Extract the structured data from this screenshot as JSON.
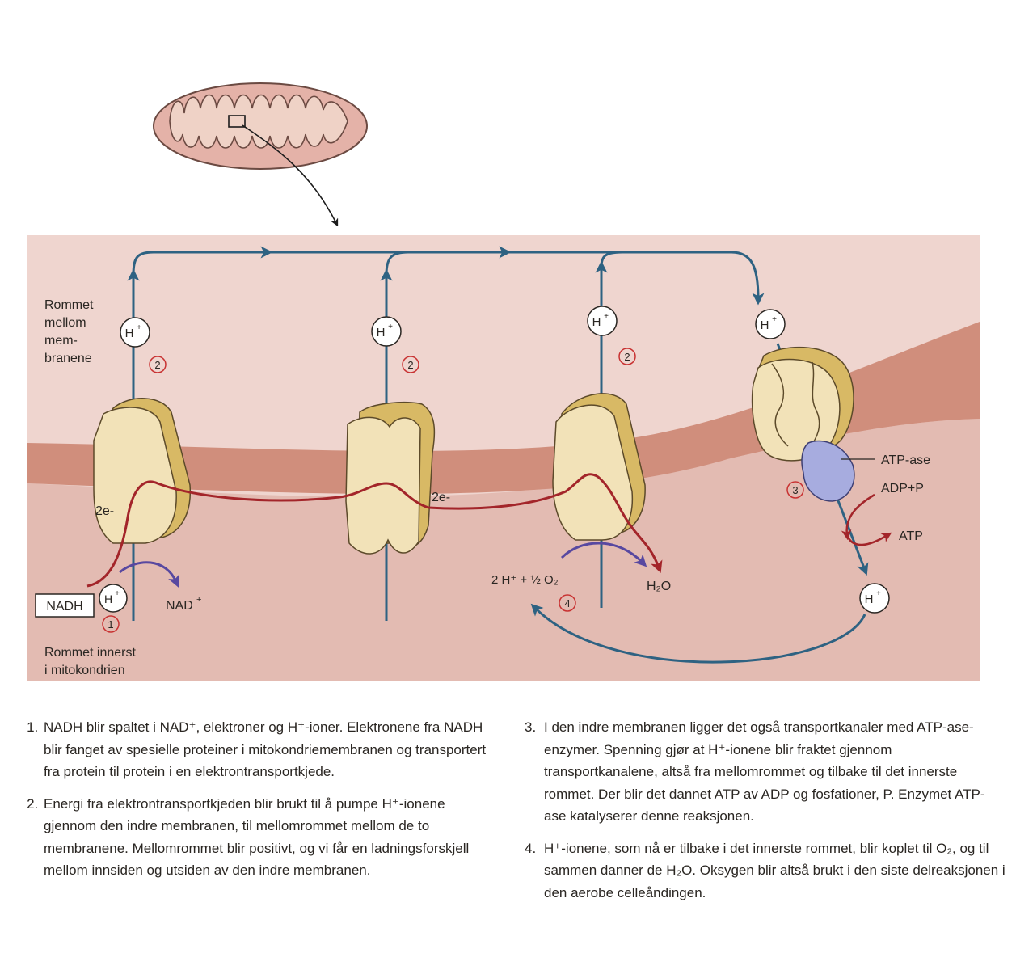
{
  "labels": {
    "intermembrane_space": [
      "Rommet",
      "mellom",
      "mem-",
      "branene"
    ],
    "matrix": [
      "Rommet innerst",
      "i mitokondrien"
    ],
    "nadh": "NADH",
    "nad_plus": "NAD",
    "nad_plus_sup": "+",
    "h_ion": "H",
    "h_ion_sup": "+",
    "two_e_1": "2e-",
    "two_e_2": "2e-",
    "oxygen_reaction": "2 H⁺ + ½ O₂",
    "water": "H₂O",
    "atp_ase": "ATP-ase",
    "adp_p": "ADP+P",
    "atp": "ATP",
    "step1": "1",
    "step2": "2",
    "step3": "3",
    "step4": "4"
  },
  "colors": {
    "intermembrane_bg": "#efd5cf",
    "matrix_bg": "#e3bbb2",
    "membrane": "#d08e7c",
    "protein_fill": "#f2e2b8",
    "protein_shade": "#d8b965",
    "proton_arrow": "#2e6282",
    "electron_line": "#a3252a",
    "purple_arrow": "#5848a0",
    "atp_ase_fill": "#a7acdf",
    "step_circle": "#c83232"
  },
  "captions": {
    "left": [
      "NADH blir spaltet i NAD⁺, elektroner og H⁺-ioner. Elektronene fra NADH blir fanget av spesielle proteiner i mitokondriemembranen og transportert fra protein til protein i en elektrontransportkjede.",
      "Energi fra elektrontransportkjeden blir brukt til å pumpe H⁺-ionene gjennom den indre membranen, til mellomrommet mellom de to membranene. Mellomrommet blir positivt, og vi får en ladningsforskjell mellom innsiden og utsiden av den indre membranen."
    ],
    "right": [
      {
        "num": "3.",
        "text": "I den indre membranen ligger det også transportkanaler med ATP-ase-enzymer. Spenning gjør at H⁺-ionene blir fraktet gjennom transportkanalene, altså fra mellomrommet og tilbake til det innerste rommet. Der blir det dannet ATP av ADP og fosfationer, P. Enzymet ATP-ase katalyserer denne reaksjonen."
      },
      {
        "num": "4.",
        "text": "H⁺-ionene, som nå er tilbake i det innerste rommet, blir koplet til O₂, og til sammen danner de H₂O. Oksygen blir altså brukt i den siste delreaksjonen i den aerobe celleåndingen."
      }
    ]
  }
}
